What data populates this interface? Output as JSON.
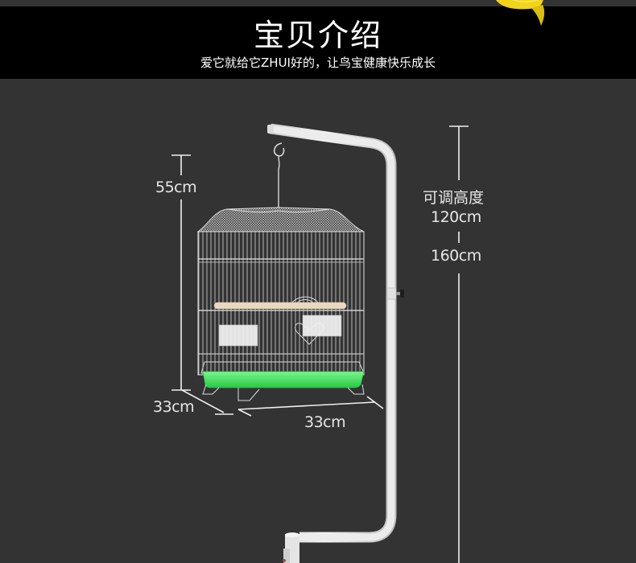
{
  "banner": {
    "title": "宝贝介绍",
    "subtitle": "爱它就给它ZHUI好的，让鸟宝健康快乐成长"
  },
  "dimensions": {
    "cage_height": "55cm",
    "cage_depth": "33cm",
    "cage_width": "33cm",
    "stand_label": "可调高度",
    "stand_min": "120cm",
    "stand_separator": "|",
    "stand_max": "160cm"
  },
  "colors": {
    "background": "#333333",
    "banner": "#000000",
    "text": "#e6e6e6",
    "tray_green": "#39e05a",
    "perch_wood": "#e9d9c2",
    "pole_white": "#eeeeee",
    "leaf_yellow": "#f1d51c"
  },
  "icons": {
    "leaf": "yellow-leaf-decoration",
    "product": "bird-cage-on-stand"
  }
}
